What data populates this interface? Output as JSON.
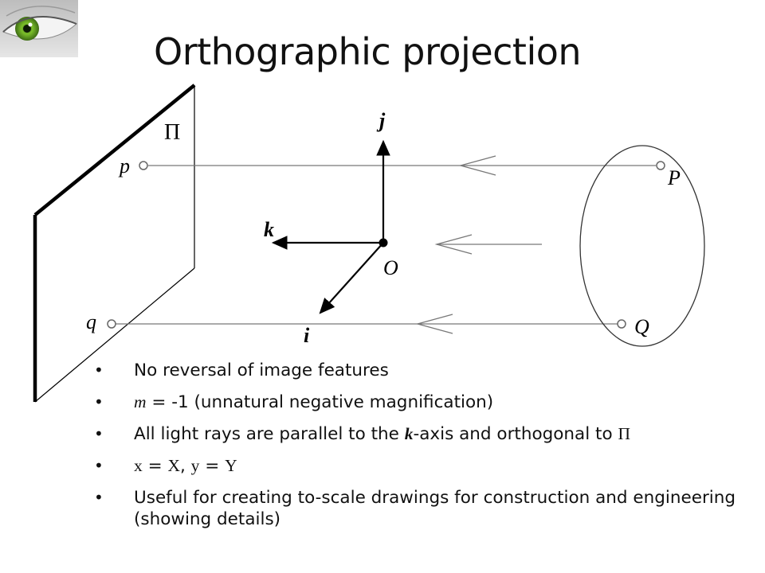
{
  "slide": {
    "title": "Orthographic projection",
    "logo_icon": "eye-icon",
    "diagram": {
      "plane_label": "Π",
      "point_p": "p",
      "point_q": "q",
      "point_P": "P",
      "point_Q": "Q",
      "origin": "O",
      "axis_i": "i",
      "axis_j": "j",
      "axis_k": "k"
    },
    "bullets": {
      "b1": "No reversal of image features",
      "b2_var": "m",
      "b2_rest": " = -1 (unnatural negative magnification)",
      "b3_pre": " All light rays are parallel to the ",
      "b3_axis": "k",
      "b3_post": "-axis and orthogonal to ",
      "b3_sym": "Π",
      "b4_x": "x",
      "b4_eq1": " = ",
      "b4_X": "X",
      "b4_sep": ", ",
      "b4_y": "y",
      "b4_eq2": " = ",
      "b4_Y": "Y",
      "b5": "Useful for creating to-scale drawings for construction and engineering (showing details)"
    }
  }
}
